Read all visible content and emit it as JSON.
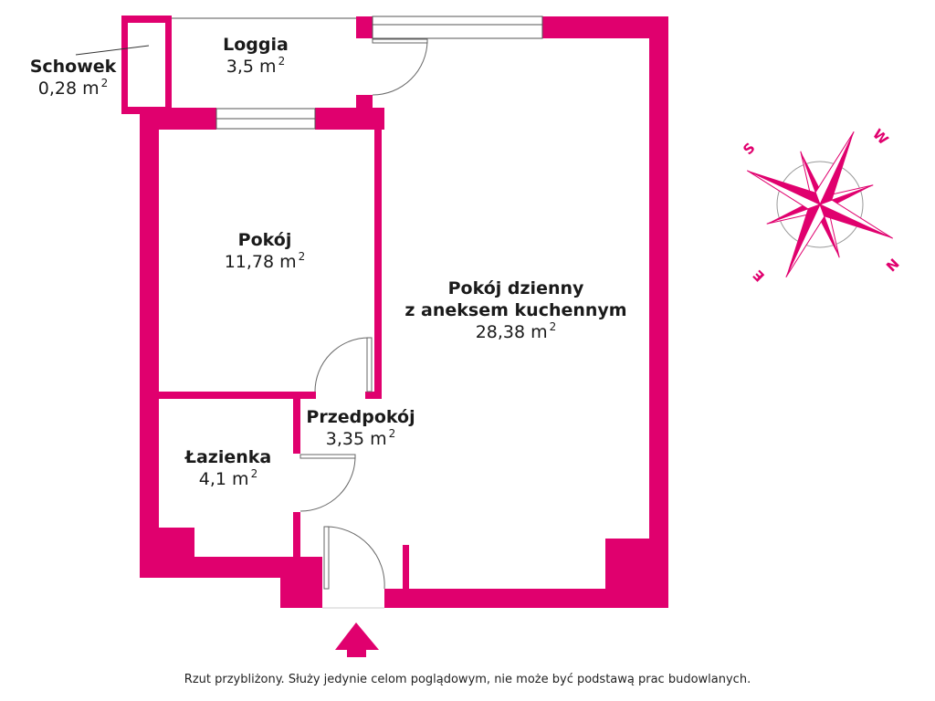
{
  "plan": {
    "wall_color": "#e0006e",
    "rooms": [
      {
        "id": "schowek",
        "name": "Schowek",
        "area": "0,28 m",
        "unit_sup": "2"
      },
      {
        "id": "loggia",
        "name": "Loggia",
        "area": "3,5 m",
        "unit_sup": "2"
      },
      {
        "id": "pokoj",
        "name": "Pokój",
        "area": "11,78 m",
        "unit_sup": "2"
      },
      {
        "id": "pokoj-dzienny",
        "name_line1": "Pokój dzienny",
        "name_line2": "z aneksem kuchennym",
        "area": "28,38 m",
        "unit_sup": "2"
      },
      {
        "id": "przedpokoj",
        "name": "Przedpokój",
        "area": "3,35 m",
        "unit_sup": "2"
      },
      {
        "id": "lazienka",
        "name": "Łazienka",
        "area": "4,1 m",
        "unit_sup": "2"
      }
    ],
    "entrance_arrow": "entrance-arrow-icon"
  },
  "compass": {
    "letters": {
      "top_left": "S",
      "top_right": "W",
      "bottom_left": "E",
      "bottom_right": "N"
    }
  },
  "footer": {
    "disclaimer": "Rzut przybliżony. Służy jedynie celom poglądowym, nie może być podstawą prac budowlanych."
  }
}
